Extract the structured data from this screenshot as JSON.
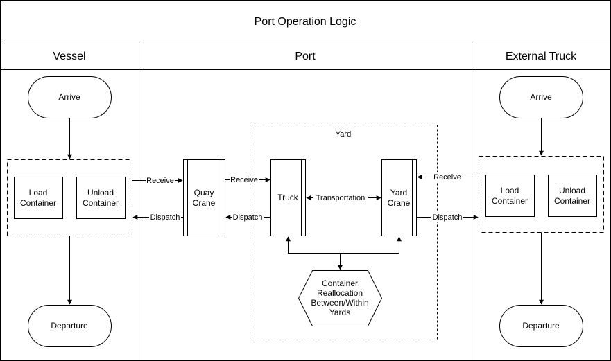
{
  "title": "Port Operation Logic",
  "lanes": {
    "vessel": "Vessel",
    "port": "Port",
    "truck": "External Truck"
  },
  "yard_label": "Yard",
  "vessel": {
    "arrive": "Arrive",
    "load": [
      "Load",
      "Container"
    ],
    "unload": [
      "Unload",
      "Container"
    ],
    "departure": "Departure"
  },
  "quay_crane": [
    "Quay",
    "Crane"
  ],
  "yard_truck": "Truck",
  "yard_crane": [
    "Yard",
    "Crane"
  ],
  "reallocation": [
    "Container",
    "Reallocation",
    "Between/Within",
    "Yards"
  ],
  "external": {
    "arrive": "Arrive",
    "load": [
      "Load",
      "Container"
    ],
    "unload": [
      "Unload",
      "Container"
    ],
    "departure": "Departure"
  },
  "edges": {
    "receive": "Receive",
    "dispatch": "Dispatch",
    "transportation": "Transportation"
  }
}
